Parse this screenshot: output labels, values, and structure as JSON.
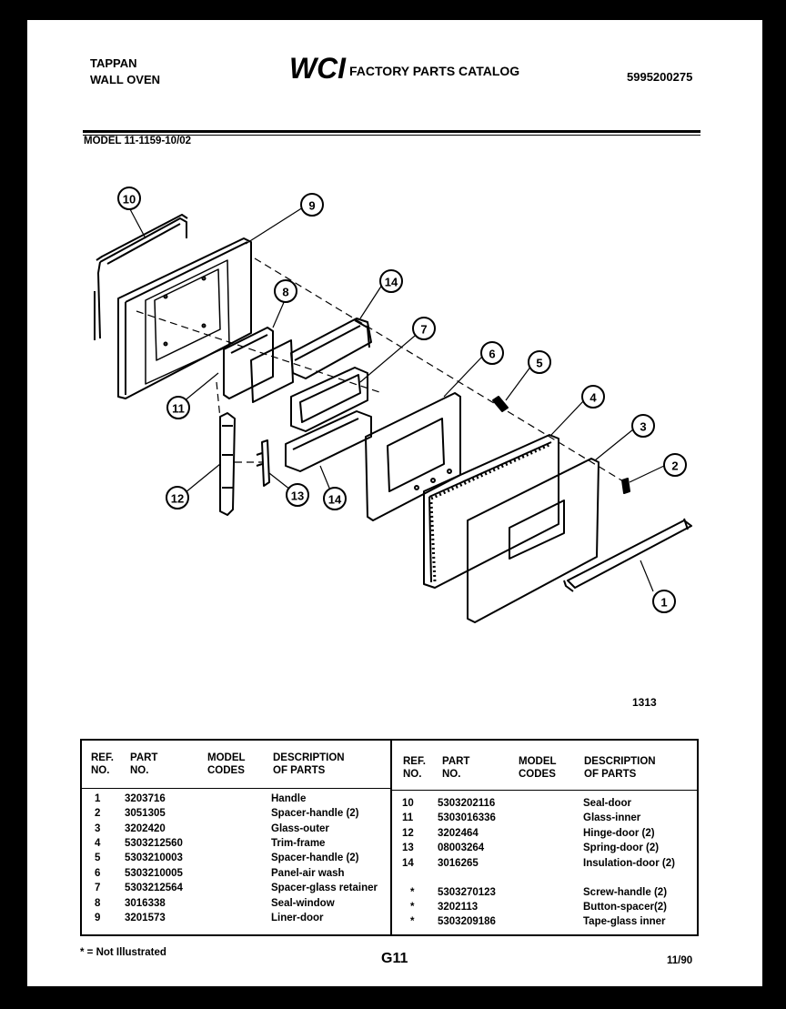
{
  "header": {
    "brand_line1": "TAPPAN",
    "brand_line2": "WALL OVEN",
    "logo_text": "WCI",
    "catalog_title": "FACTORY PARTS CATALOG",
    "catalog_number": "5995200275",
    "model": "MODEL 11-1159-10/02"
  },
  "diagram": {
    "figure_number": "1313",
    "callouts": [
      "1",
      "2",
      "3",
      "4",
      "5",
      "6",
      "7",
      "8",
      "9",
      "10",
      "11",
      "12",
      "13",
      "14",
      "14"
    ]
  },
  "table": {
    "headers": {
      "ref": "REF.\nNO.",
      "part": "PART\nNO.",
      "model": "MODEL\nCODES",
      "description": "DESCRIPTION\nOF PARTS"
    },
    "left_rows": [
      {
        "ref": "1",
        "part": "3203716",
        "desc": "Handle"
      },
      {
        "ref": "2",
        "part": "3051305",
        "desc": "Spacer-handle (2)"
      },
      {
        "ref": "3",
        "part": "3202420",
        "desc": "Glass-outer"
      },
      {
        "ref": "4",
        "part": "5303212560",
        "desc": "Trim-frame"
      },
      {
        "ref": "5",
        "part": "5303210003",
        "desc": "Spacer-handle (2)"
      },
      {
        "ref": "6",
        "part": "5303210005",
        "desc": "Panel-air wash"
      },
      {
        "ref": "7",
        "part": "5303212564",
        "desc": "Spacer-glass retainer"
      },
      {
        "ref": "8",
        "part": "3016338",
        "desc": "Seal-window"
      },
      {
        "ref": "9",
        "part": "3201573",
        "desc": "Liner-door"
      }
    ],
    "right_rows": [
      {
        "ref": "10",
        "part": "5303202116",
        "desc": "Seal-door"
      },
      {
        "ref": "11",
        "part": "5303016336",
        "desc": "Glass-inner"
      },
      {
        "ref": "12",
        "part": "3202464",
        "desc": "Hinge-door (2)"
      },
      {
        "ref": "13",
        "part": "08003264",
        "desc": "Spring-door (2)"
      },
      {
        "ref": "14",
        "part": "3016265",
        "desc": "Insulation-door (2)"
      },
      {
        "ref": "*",
        "part": "5303270123",
        "desc": "Screw-handle (2)"
      },
      {
        "ref": "*",
        "part": "3202113",
        "desc": "Button-spacer(2)"
      },
      {
        "ref": "*",
        "part": "5303209186",
        "desc": "Tape-glass inner"
      }
    ]
  },
  "footer": {
    "note": "* = Not Illustrated",
    "page_code": "G11",
    "date": "11/90"
  }
}
